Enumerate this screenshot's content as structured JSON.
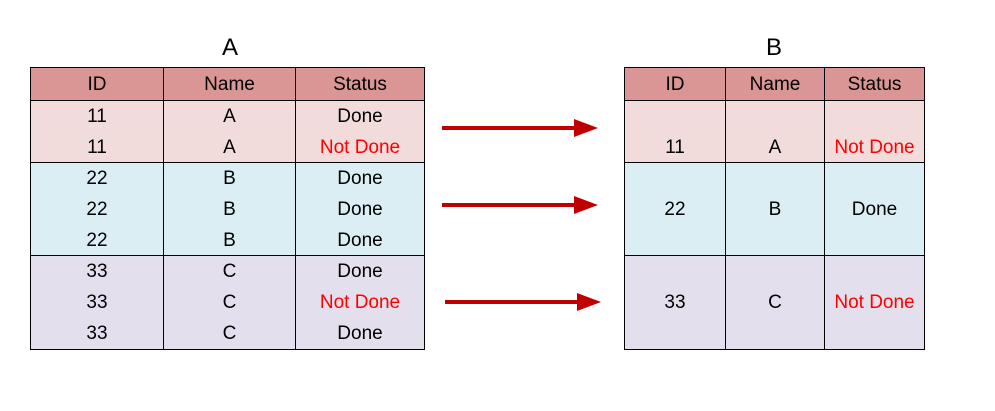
{
  "colors": {
    "header": "#da9694",
    "group_11": "#f2dcdb",
    "group_22": "#daeef3",
    "group_33": "#e4dfec",
    "not_done_text": "#ff0000",
    "arrow": "#c00000"
  },
  "table_a": {
    "title": "A",
    "headers": [
      "ID",
      "Name",
      "Status"
    ],
    "rows": [
      [
        "11",
        "A",
        "Done"
      ],
      [
        "11",
        "A",
        "Not Done"
      ],
      [
        "22",
        "B",
        "Done"
      ],
      [
        "22",
        "B",
        "Done"
      ],
      [
        "22",
        "B",
        "Done"
      ],
      [
        "33",
        "C",
        "Done"
      ],
      [
        "33",
        "C",
        "Not Done"
      ],
      [
        "33",
        "C",
        "Done"
      ]
    ]
  },
  "table_b": {
    "title": "B",
    "headers": [
      "ID",
      "Name",
      "Status"
    ],
    "rows": [
      [
        "11",
        "A",
        "Not Done"
      ],
      [
        "22",
        "B",
        "Done"
      ],
      [
        "33",
        "C",
        "Not Done"
      ]
    ]
  },
  "arrows": [
    "right-arrow-icon",
    "right-arrow-icon",
    "right-arrow-icon"
  ]
}
